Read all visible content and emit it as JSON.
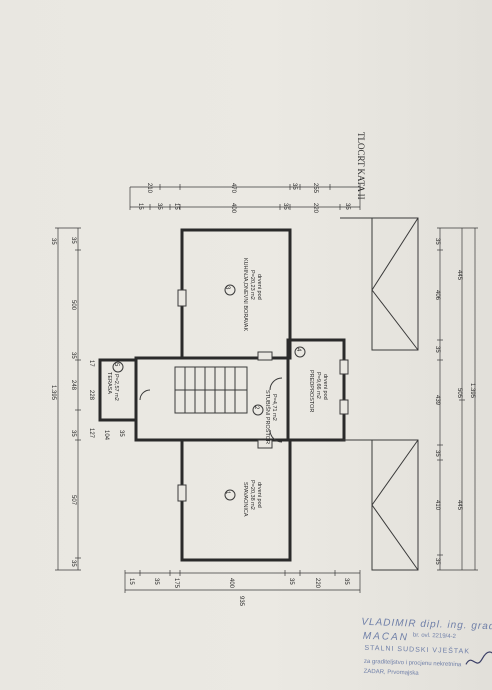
{
  "drawing": {
    "title": "TLOCRT KATA II"
  },
  "rooms": [
    {
      "number": "3",
      "name": "KUHINJA,DNEVNI BORAVAK",
      "area": "P=20,23 m2",
      "floor": "drveni pod"
    },
    {
      "number": "1",
      "name": "SPAVAONICA",
      "area": "P=20,38 m2",
      "floor": "drveni pod"
    },
    {
      "number": "2",
      "name": "STUBIŠNI PROSTOR",
      "area": "P=4,71 m2"
    },
    {
      "number": "4",
      "name": "PREDPROSTOR",
      "area": "P=9,66 m2",
      "floor": "drveni pod"
    },
    {
      "number": "5",
      "name": "TERASA",
      "area": "P=2,57 m2"
    }
  ],
  "dims": {
    "top_outer": [
      "210",
      "470",
      "35",
      "255"
    ],
    "top_inner": [
      "15",
      "35",
      "15",
      "400",
      "35",
      "220",
      "35"
    ],
    "bottom_inner": [
      "15",
      "35",
      "175",
      "400",
      "35",
      "220",
      "35"
    ],
    "bottom_outer": [
      "935"
    ],
    "left_outer": [
      "35",
      "1.395"
    ],
    "left_inner": [
      "35",
      "500",
      "35",
      "248",
      "35",
      "507",
      "35"
    ],
    "left_small": [
      "17",
      "228",
      "127",
      "104",
      "35"
    ],
    "right_inner": [
      "35",
      "406",
      "35",
      "439",
      "35",
      "410",
      "35"
    ],
    "right_mid": [
      "445",
      "505",
      "445"
    ],
    "right_outer": [
      "1.395"
    ]
  },
  "stamp": {
    "line1": "VLADIMIR dipl. ing. grad.",
    "line2": "MACAN",
    "line6": "br. ovl. 2219/4-2",
    "line3": "STALNI SUDSKI VJEŠTAK",
    "line4": "za graditeljstvo i procjenu nekretnina",
    "line5": "ZADAR, Prvomajska"
  },
  "colors": {
    "paper": "#e9e7e1",
    "ink": "#2a2a2a",
    "stamp": "#6f7fa8"
  }
}
